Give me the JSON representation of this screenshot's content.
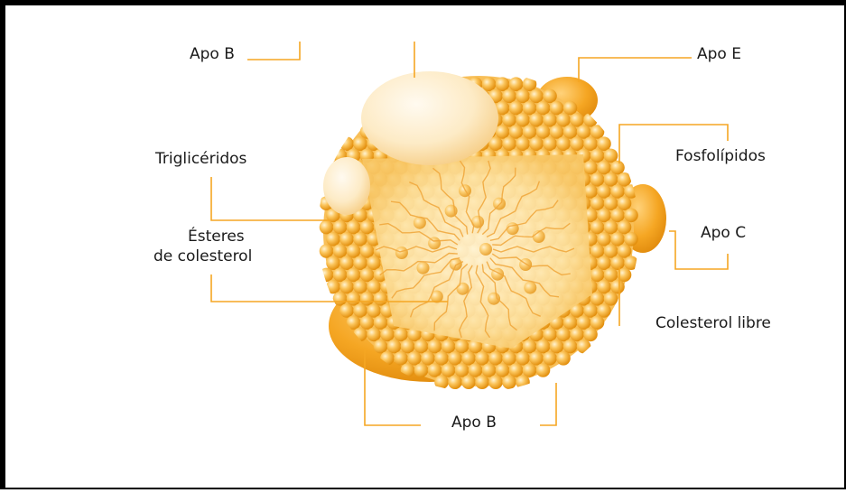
{
  "labels": {
    "apo_b_top": "Apo B",
    "apo_e": "Apo E",
    "trigliceridos": "Triglicéridos",
    "fosfolipidos": "Fosfolípidos",
    "esteres_line1": "Ésteres",
    "esteres_line2": "de colesterol",
    "apo_c": "Apo C",
    "colesterol_libre": "Colesterol libre",
    "apo_b_bottom": "Apo B"
  },
  "colors": {
    "leader_line": "#f5a623",
    "sphere_light": "#fde4a6",
    "sphere_mid": "#f6b43c",
    "sphere_dark": "#e38d12",
    "pale_protein": "#fbe9c8"
  }
}
